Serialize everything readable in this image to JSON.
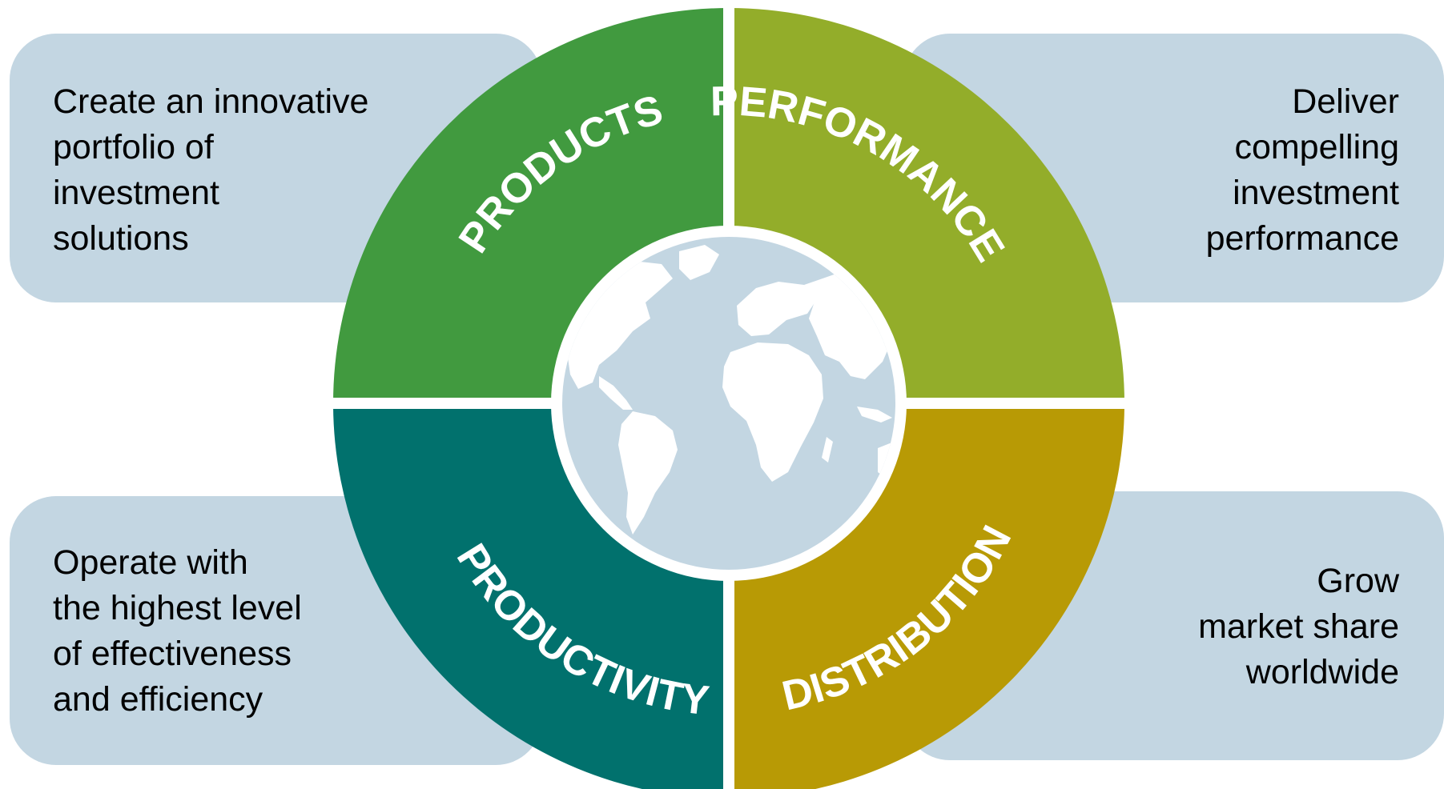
{
  "colors": {
    "box_background": "#c3d6e2",
    "products": "#419a3f",
    "performance": "#93ad2a",
    "productivity": "#01716d",
    "distribution": "#b89a05",
    "globe_ocean": "#c3d6e2",
    "globe_land": "#ffffff",
    "divider": "#ffffff",
    "text": "#000000"
  },
  "segments": {
    "products": {
      "label": "PRODUCTS"
    },
    "performance": {
      "label": "PERFORMANCE"
    },
    "productivity": {
      "label": "PRODUCTIVITY"
    },
    "distribution": {
      "label": "DISTRIBUTION"
    }
  },
  "boxes": {
    "top_left": {
      "lines": [
        "Create an innovative",
        "portfolio of",
        "investment",
        "solutions"
      ]
    },
    "top_right": {
      "lines": [
        "Deliver",
        "compelling",
        "investment",
        "performance"
      ]
    },
    "bottom_left": {
      "lines": [
        "Operate with",
        "the highest level",
        "of effectiveness",
        "and efficiency"
      ]
    },
    "bottom_right": {
      "lines": [
        "Grow",
        "market share",
        "worldwide"
      ]
    }
  },
  "center": {
    "icon": "globe-icon"
  }
}
